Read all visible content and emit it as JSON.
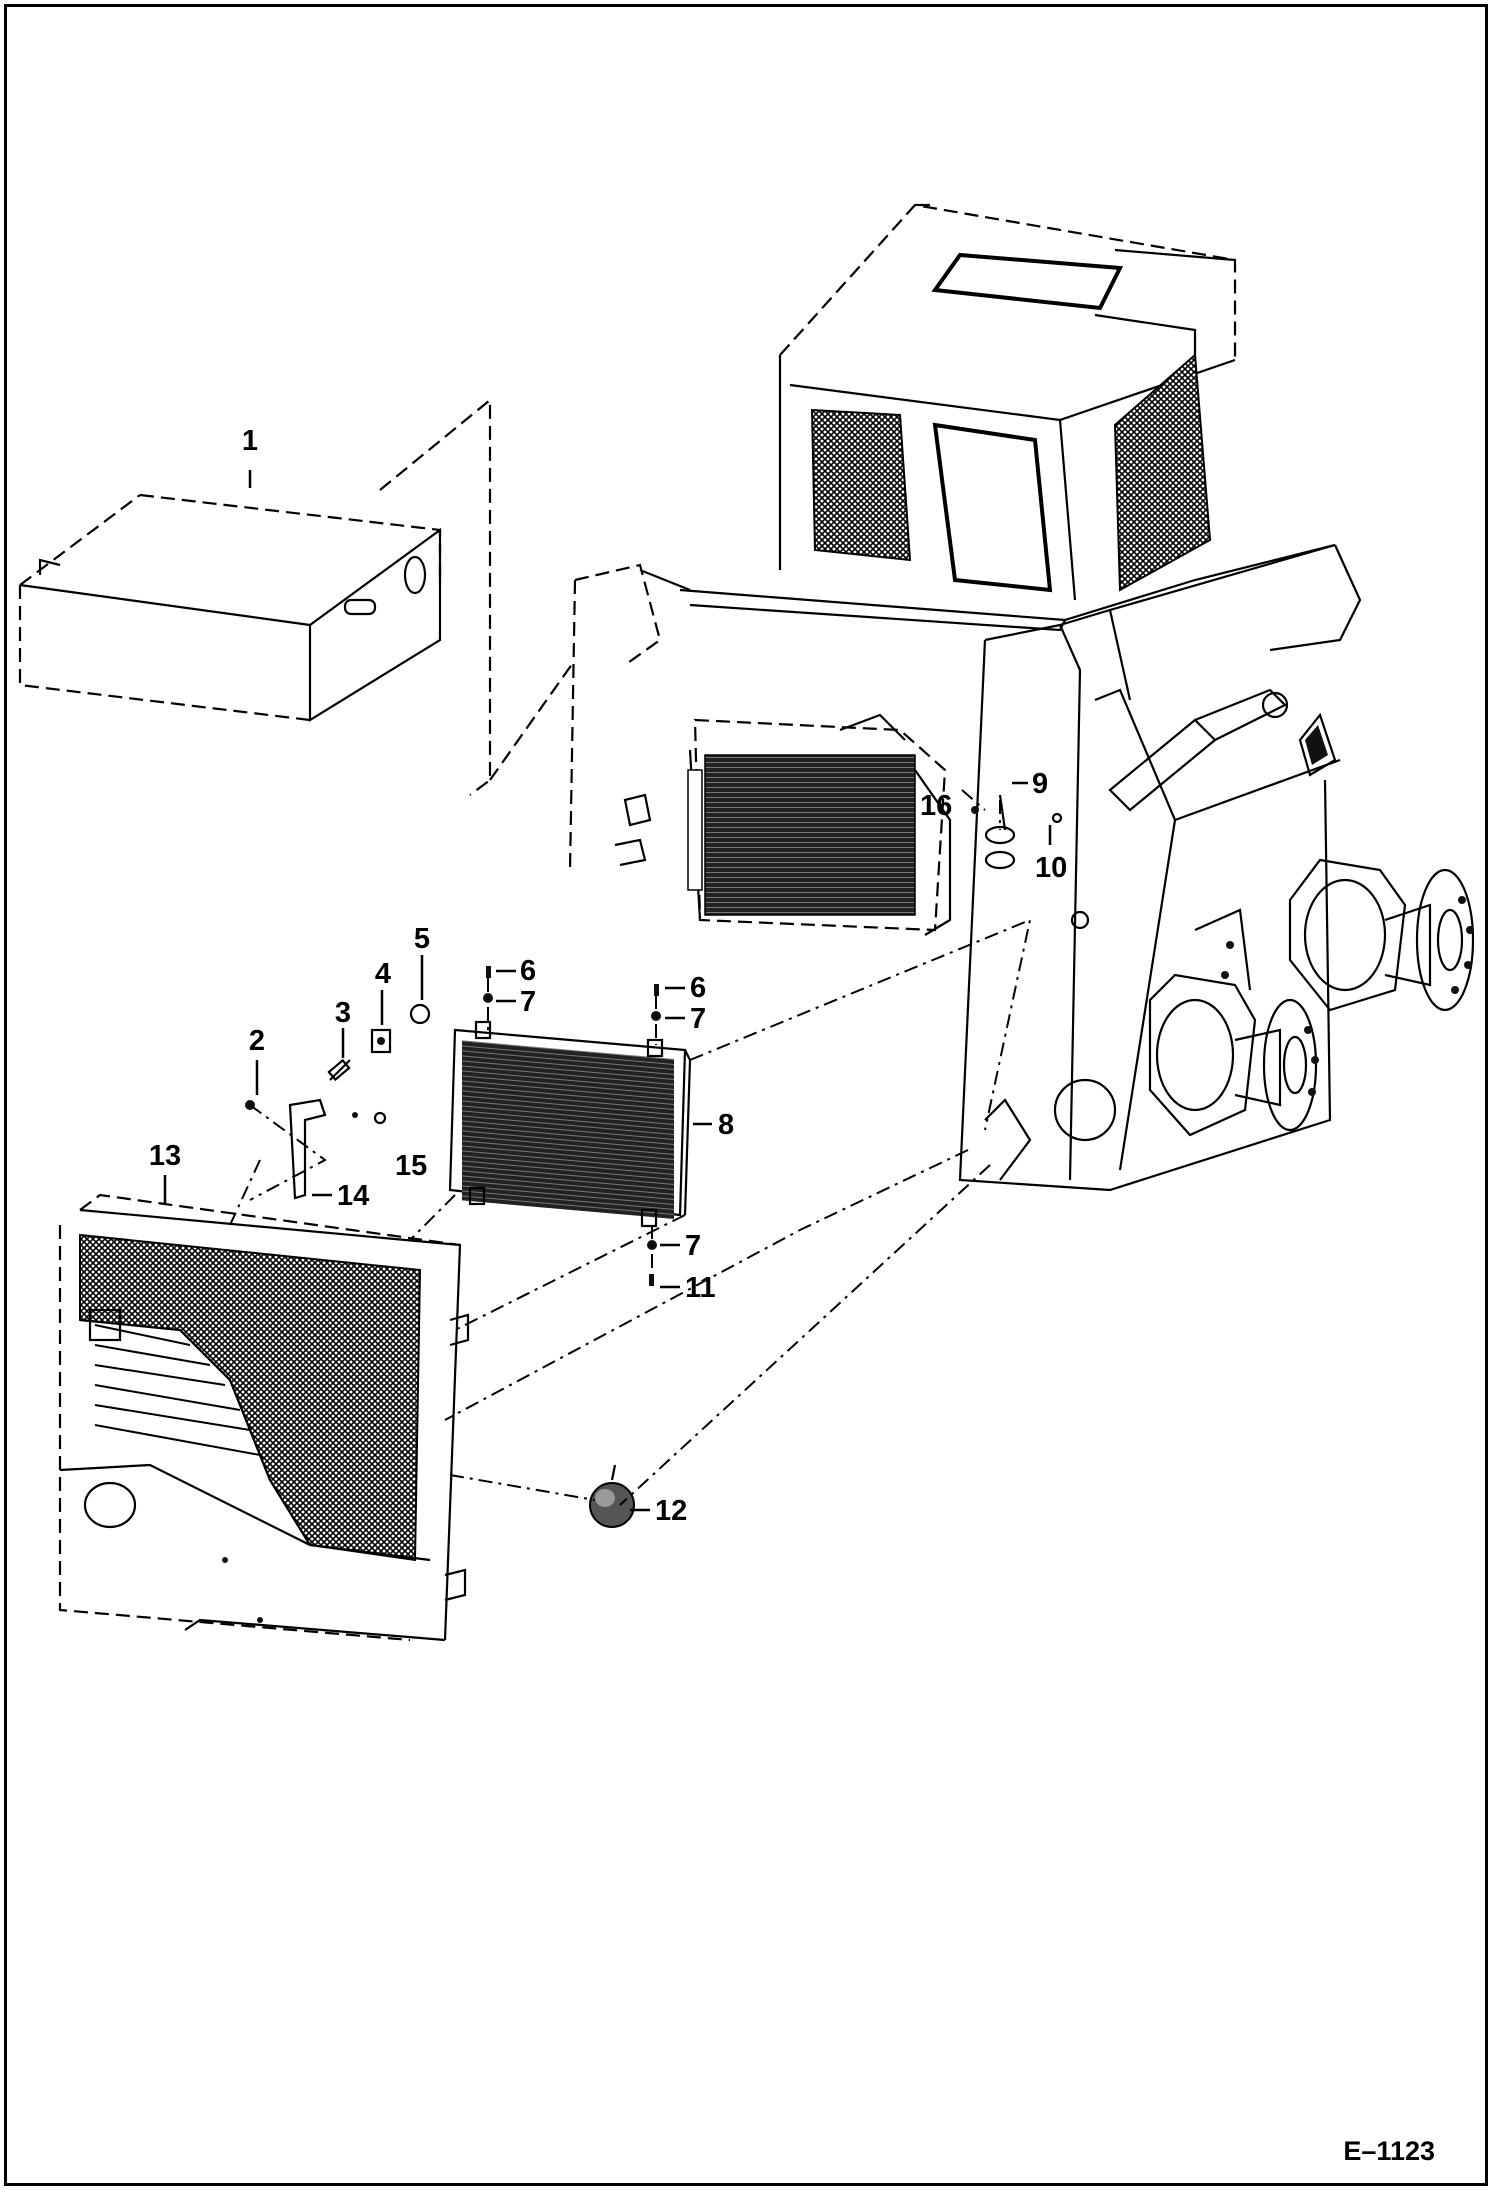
{
  "drawing": {
    "code": "E–1123"
  },
  "callouts": [
    {
      "id": "c1",
      "label": "1"
    },
    {
      "id": "c2",
      "label": "2"
    },
    {
      "id": "c3",
      "label": "3"
    },
    {
      "id": "c4",
      "label": "4"
    },
    {
      "id": "c5",
      "label": "5"
    },
    {
      "id": "c6a",
      "label": "6"
    },
    {
      "id": "c7a",
      "label": "7"
    },
    {
      "id": "c6b",
      "label": "6"
    },
    {
      "id": "c7b",
      "label": "7"
    },
    {
      "id": "c8",
      "label": "8"
    },
    {
      "id": "c7c",
      "label": "7"
    },
    {
      "id": "c11",
      "label": "11"
    },
    {
      "id": "c9",
      "label": "9"
    },
    {
      "id": "c16",
      "label": "16"
    },
    {
      "id": "c10",
      "label": "10"
    },
    {
      "id": "c12",
      "label": "12"
    },
    {
      "id": "c13",
      "label": "13"
    },
    {
      "id": "c14",
      "label": "14"
    },
    {
      "id": "c15",
      "label": "15"
    }
  ]
}
